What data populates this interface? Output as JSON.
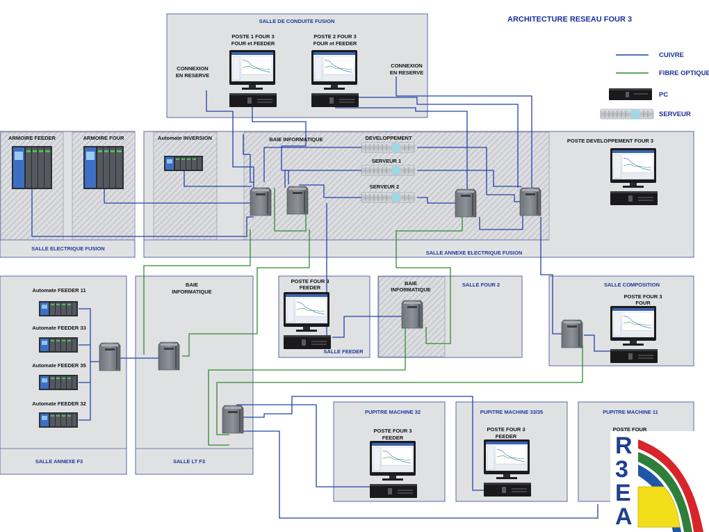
{
  "title": "ARCHITECTURE RESEAU FOUR 3",
  "legend": {
    "cuivre": "CUIVRE",
    "fibre": "FIBRE OPTIQUE",
    "pc": "PC",
    "serveur": "SERVEUR"
  },
  "colors": {
    "cuivre": "#2140a8",
    "fibre": "#2d8a2d",
    "room_border": "#4a5aa0",
    "title": "#1a2f9a"
  },
  "rooms": {
    "salle_conduite": "SALLE DE CONDUITE FUSION",
    "salle_electrique": "SALLE ELECTRIQUE FUSION",
    "salle_annexe_electrique": "SALLE ANNEXE ELECTRIQUE FUSION",
    "salle_annexe_f3": "SALLE ANNEXE F3",
    "salle_lt_f3": "SALLE LT F3",
    "salle_feeder": "SALLE FEEDER",
    "salle_four2": "SALLE FOUR 2",
    "salle_composition": "SALLE COMPOSITION",
    "pupitre32": "PUPITRE MACHINE 32",
    "pupitre3335": "PUPITRE MACHINE 33/35",
    "pupitre11": "PUPITRE MACHINE 11"
  },
  "labels": {
    "poste1_l1": "POSTE 1 FOUR 3",
    "poste1_l2": "FOUR et FEEDER",
    "poste2_l1": "POSTE 2 FOUR 3",
    "poste2_l2": "FOUR et FEEDER",
    "connexion_l1": "CONNEXION",
    "connexion_l2": "EN RESERVE",
    "connexion2_l1": "CONNEXION",
    "connexion2_l2": "EN RESERVE",
    "armoire_feeder": "ARMOIRE FEEDER",
    "armoire_four": "ARMOIRE FOUR",
    "automate_inversion": "Automate INVERSION",
    "baie_informatique": "BAIE INFORMATIQUE",
    "developpement": "DEVELOPPEMENT",
    "serveur1": "SERVEUR 1",
    "serveur2": "SERVEUR 2",
    "poste_dev": "POSTE DEVELOPPEMENT FOUR 3",
    "automate_feeder11": "Automate FEEDER 11",
    "automate_feeder33": "Automate FEEDER 33",
    "automate_feeder35": "Automate FEEDER 35",
    "automate_feeder32": "Automate FEEDER 32",
    "baie_lt_l1": "BAIE",
    "baie_lt_l2": "INFORMATIQUE",
    "poste_feeder_l1": "POSTE FOUR 3",
    "poste_feeder_l2": "FEEDER",
    "baie_f2_l1": "BAIE",
    "baie_f2_l2": "INFORMATIQUE",
    "poste_comp_l1": "POSTE FOUR 3",
    "poste_comp_l2": "FOUR",
    "poste_p32_l1": "POSTE FOUR 3",
    "poste_p32_l2": "FEEDER",
    "poste_p3335_l1": "POSTE FOUR 3",
    "poste_p3335_l2": "FEEDER",
    "poste_p11_l1": "POSTE FOUR"
  },
  "logo": {
    "l1": "R",
    "l2": "3",
    "l3": "E",
    "l4": "A"
  }
}
